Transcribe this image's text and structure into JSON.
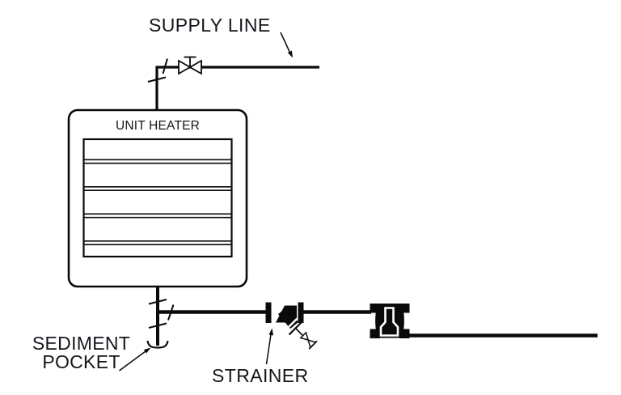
{
  "labels": {
    "supply_line": "SUPPLY LINE",
    "unit_heater": "UNIT HEATER",
    "sediment_pocket_line1": "SEDIMENT",
    "sediment_pocket_line2": "POCKET",
    "strainer": "STRAINER"
  },
  "colors": {
    "line": "#0a0a0a",
    "text": "#15151c",
    "background": "#ffffff"
  },
  "symbols": {
    "gate_valve": "bowtie-valve-with-tee-stem-on-supply-line",
    "union": "slanted-tick-across-pipe",
    "sediment_pocket_cap": "curled-end-cap-at-bottom-of-drip-leg",
    "strainer": "y-strainer-solid-body-with-flanges-and-diagonal-blowdown",
    "blowdown_valve": "small-bowtie-valve-on-diagonal-leg",
    "steam_trap": "solid-trap-body-with-white-float-inlet-top-left-outlet-bottom-right"
  }
}
